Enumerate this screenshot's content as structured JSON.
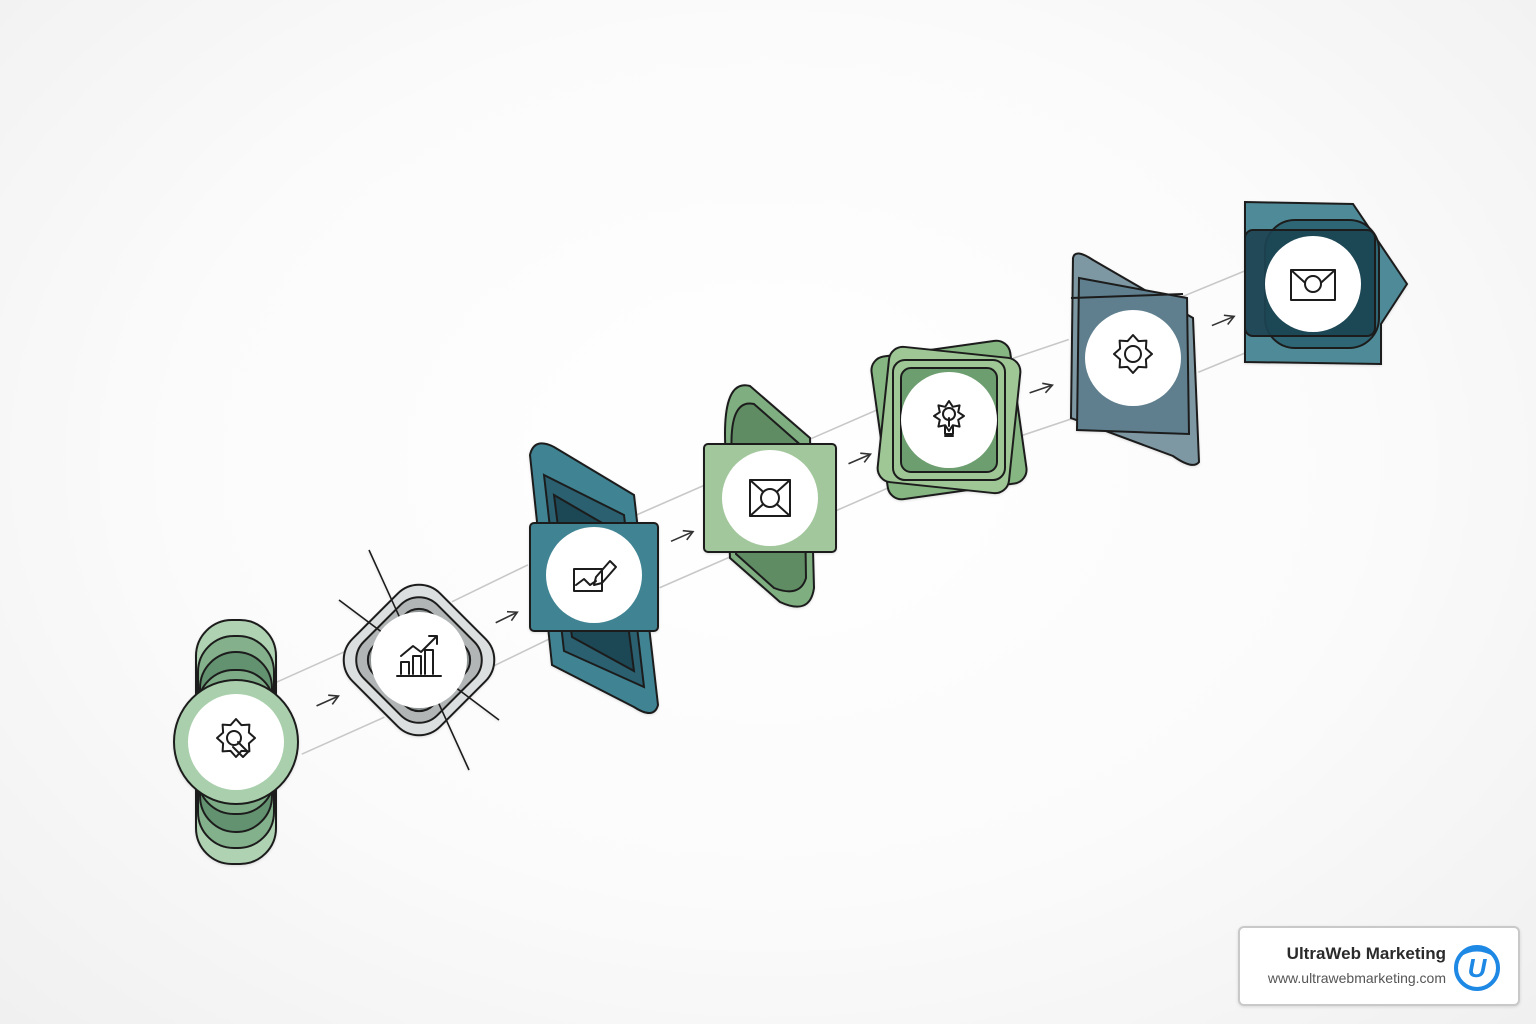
{
  "diagram": {
    "steps": [
      {
        "icon": "gear-wrench-icon",
        "colors": [
          "#a9cfac",
          "#7fae88",
          "#5f8f6c"
        ]
      },
      {
        "icon": "bar-chart-growth-icon",
        "colors": [
          "#dcdfdf",
          "#b1b5b5",
          "#8e9393"
        ]
      },
      {
        "icon": "edit-image-icon",
        "colors": [
          "#3f8494",
          "#2a6070",
          "#1c4654"
        ]
      },
      {
        "icon": "target-box-icon",
        "colors": [
          "#a3c79c",
          "#7fae81",
          "#5e8c64"
        ]
      },
      {
        "icon": "lightbulb-gear-icon",
        "colors": [
          "#9fc796",
          "#86b682",
          "#6d9e70"
        ]
      },
      {
        "icon": "gear-icon",
        "colors": [
          "#7e98a3",
          "#5e7f8e",
          "#4a6c7c"
        ]
      },
      {
        "icon": "envelope-icon",
        "colors": [
          "#4f8a98",
          "#2e6676",
          "#1c4252"
        ]
      }
    ]
  },
  "brand": {
    "name": "UltraWeb Marketing",
    "url": "www.ultrawebmarketing.com",
    "logo_letter": "U",
    "logo_color": "#1e88e5"
  }
}
